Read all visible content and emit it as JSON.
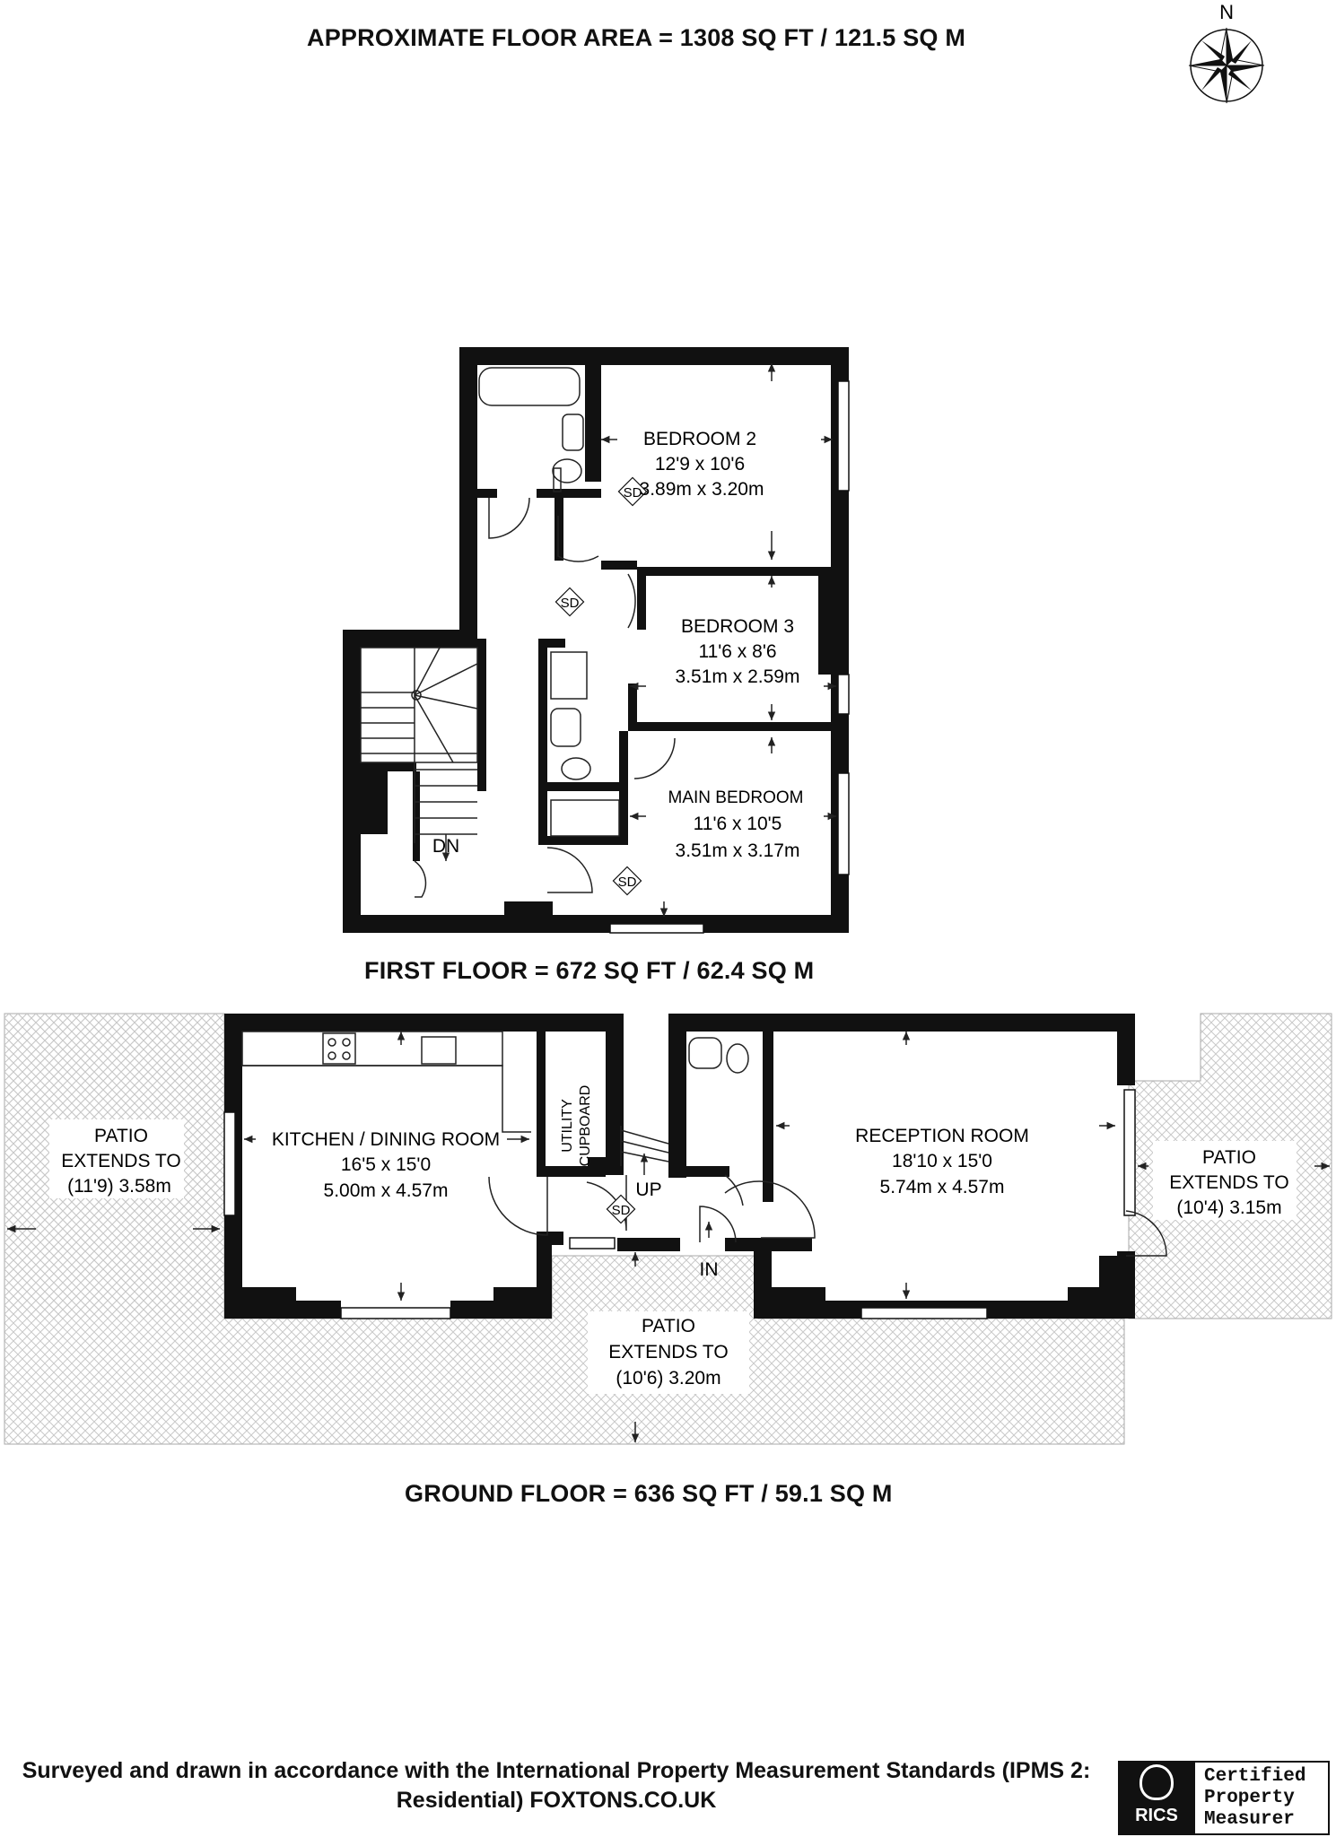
{
  "header": {
    "title": "APPROXIMATE FLOOR AREA = 1308 SQ FT / 121.5 SQ M",
    "compass_label": "N"
  },
  "first_floor": {
    "label": "FIRST FLOOR = 672 SQ FT / 62.4 SQ M",
    "rooms": {
      "bedroom2": {
        "name": "BEDROOM 2",
        "imperial": "12'9 x 10'6",
        "metric": "3.89m x 3.20m"
      },
      "bedroom3": {
        "name": "BEDROOM 3",
        "imperial": "11'6 x 8'6",
        "metric": "3.51m x 2.59m"
      },
      "main_bedroom": {
        "name": "MAIN BEDROOM",
        "imperial": "11'6 x 10'5",
        "metric": "3.51m x 3.17m"
      }
    },
    "stairs_label": "DN",
    "smoke_detector": "SD"
  },
  "ground_floor": {
    "label": "GROUND FLOOR = 636 SQ FT / 59.1 SQ M",
    "rooms": {
      "kitchen": {
        "name": "KITCHEN / DINING ROOM",
        "imperial": "16'5 x 15'0",
        "metric": "5.00m x 4.57m"
      },
      "reception": {
        "name": "RECEPTION ROOM",
        "imperial": "18'10 x 15'0",
        "metric": "5.74m x 4.57m"
      },
      "utility_line1": "UTILITY",
      "utility_line2": "CUPBOARD"
    },
    "patio_west": {
      "line1": "PATIO",
      "line2": "EXTENDS TO",
      "line3": "(11'9) 3.58m"
    },
    "patio_east": {
      "line1": "PATIO",
      "line2": "EXTENDS TO",
      "line3": "(10'4) 3.15m"
    },
    "patio_south": {
      "line1": "PATIO",
      "line2": "EXTENDS TO",
      "line3": "(10'6) 3.20m"
    },
    "stairs_label": "UP",
    "entrance_label": "IN",
    "smoke_detector": "SD"
  },
  "footer": {
    "line1": "Surveyed and drawn in accordance with the International Property Measurement Standards (IPMS 2:",
    "line2": "Residential) FOXTONS.CO.UK",
    "badge_brand": "RICS",
    "badge_line1": "Certified",
    "badge_line2": "Property",
    "badge_line3": "Measurer"
  }
}
